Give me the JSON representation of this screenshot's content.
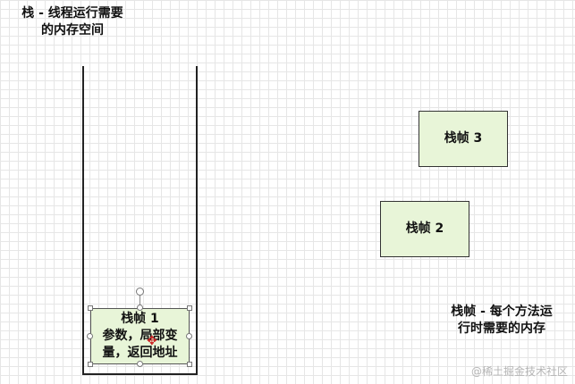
{
  "diagram": {
    "stack_title": [
      "栈 - 线程运行需要",
      "的内存空间"
    ],
    "frame_caption": [
      "栈帧 - 每个方法运",
      "行时需要的内存"
    ],
    "frames": [
      {
        "title": "栈帧 1",
        "lines": [
          "参数，局部变",
          "量，返回地址"
        ]
      },
      {
        "title": "栈帧 2"
      },
      {
        "title": "栈帧 3"
      }
    ]
  },
  "watermark": "@稀土掘金技术社区",
  "colors": {
    "frame_fill": "#e8f5d8",
    "stroke": "#222222",
    "cursor": "#cc2222"
  },
  "icons": {
    "cursor": "move-cursor-icon"
  }
}
